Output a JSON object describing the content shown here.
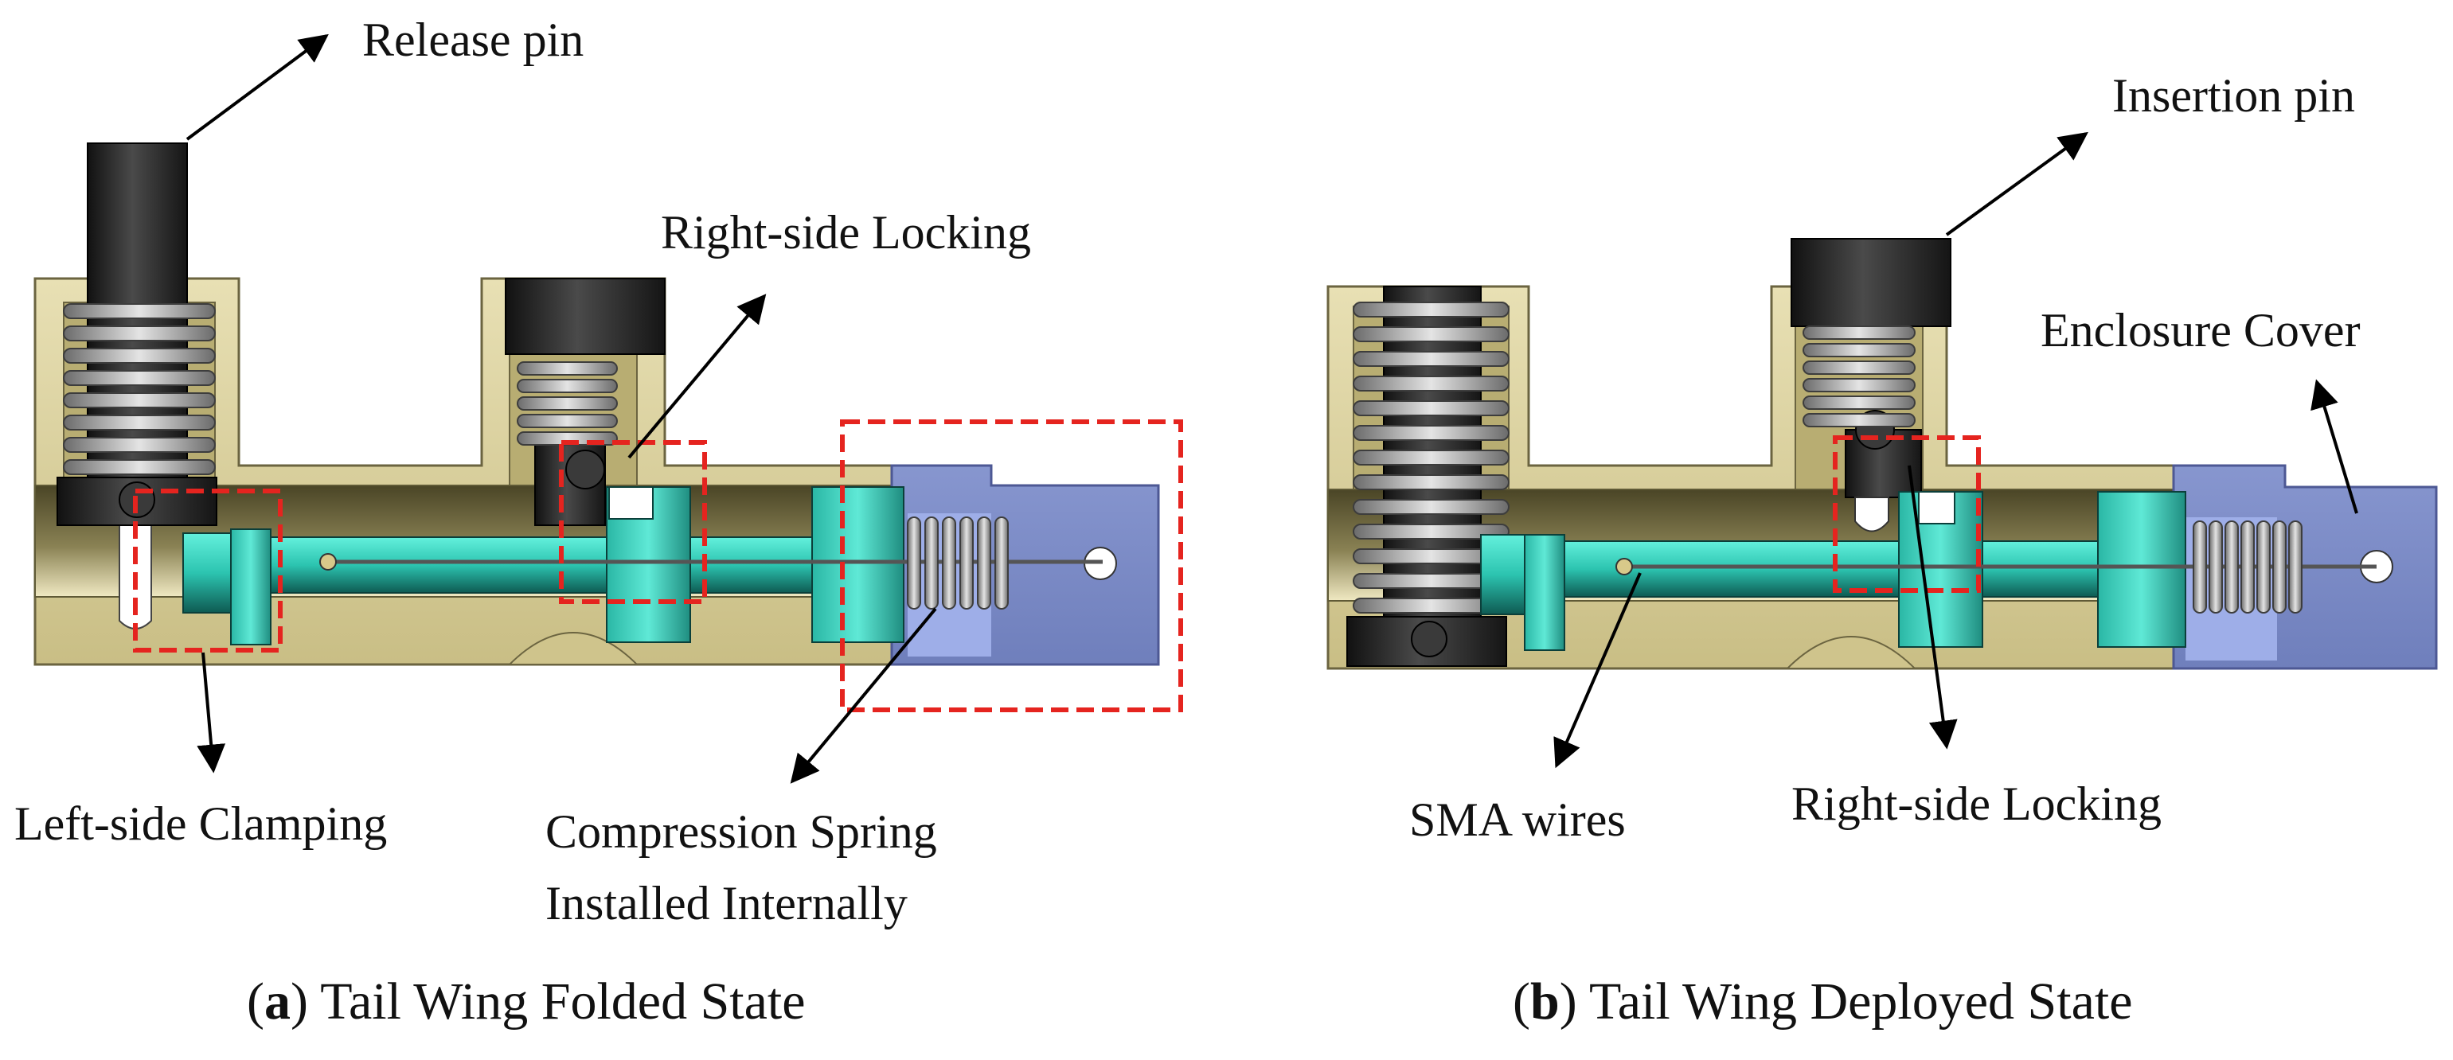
{
  "panel_a": {
    "labels": {
      "release_pin": "Release pin",
      "right_side_locking": "Right-side Locking",
      "left_side_clamping": "Left-side Clamping",
      "compression_spring_line1": "Compression Spring",
      "compression_spring_line2": "Installed Internally"
    },
    "caption": {
      "letter": "a",
      "text": "Tail Wing Folded State"
    }
  },
  "panel_b": {
    "labels": {
      "insertion_pin": "Insertion pin",
      "enclosure_cover": "Enclosure Cover",
      "sma_wires": "SMA wires",
      "right_side_locking": "Right-side Locking"
    },
    "caption": {
      "letter": "b",
      "text": "Tail Wing Deployed State"
    }
  },
  "colors": {
    "housing": "#d6cc9a",
    "housing_edge": "#6b6440",
    "bore": "#5f5a36",
    "slider": "#36d4c0",
    "pin_dark": "#262626",
    "spring": "#a9a9a9",
    "cover": "#7e8dc6",
    "highlight_box": "#e5241f"
  }
}
